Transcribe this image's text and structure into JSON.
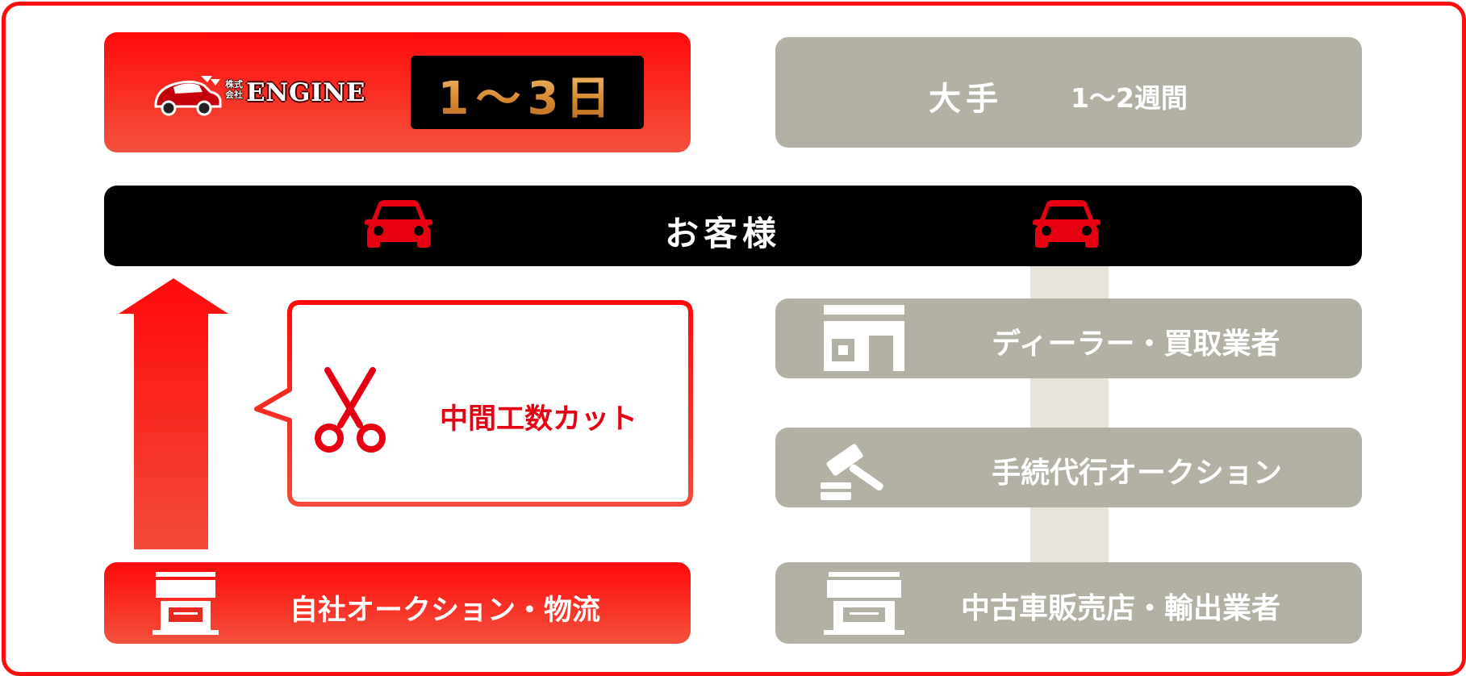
{
  "engine": {
    "company_prefix": "株式\n会社",
    "company_name": "ENGINE",
    "duration": "1～3日",
    "car_logo_icon": "engine-car-logo-icon"
  },
  "major": {
    "label": "大手",
    "duration": "1～2週間"
  },
  "customer": {
    "label": "お客様",
    "icon": "car-icon"
  },
  "cut": {
    "label": "中間工数カット",
    "icon": "scissors-icon"
  },
  "own_auction": {
    "label": "自社オークション・物流",
    "icon": "store-icon"
  },
  "chain": [
    {
      "label": "ディーラー・買取業者",
      "icon": "shop-front-icon"
    },
    {
      "label": "手続代行オークション",
      "icon": "gavel-icon"
    },
    {
      "label": "中古車販売店・輸出業者",
      "icon": "store-icon"
    }
  ],
  "colors": {
    "accent_red": "#ff0d0d",
    "gray": "#b3b0a4",
    "flow_beige": "#e7e5d9",
    "gold": "#d98b32"
  }
}
